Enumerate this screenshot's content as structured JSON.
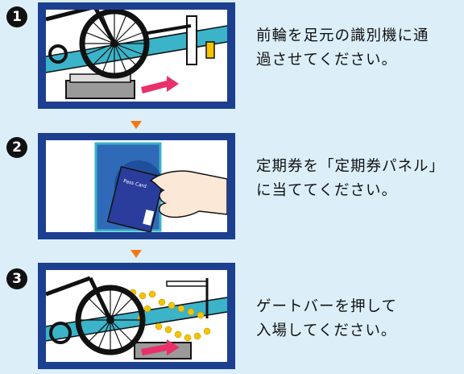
{
  "steps": [
    {
      "number": "1",
      "text": "前輪を足元の識別機に通\n過させてください。"
    },
    {
      "number": "2",
      "text": "定期券を「定期券パネル」\nに当ててください。",
      "card_label": "Pass Card"
    },
    {
      "number": "3",
      "text": "ゲートバーを押して\n入場してください。"
    }
  ],
  "colors": {
    "background": "#dceff9",
    "frame": "#1d3f8f",
    "arrow": "#f07a12",
    "rail": "#3bb3c8",
    "marker": "#e8306a",
    "gate_bar": "#f5c400"
  }
}
